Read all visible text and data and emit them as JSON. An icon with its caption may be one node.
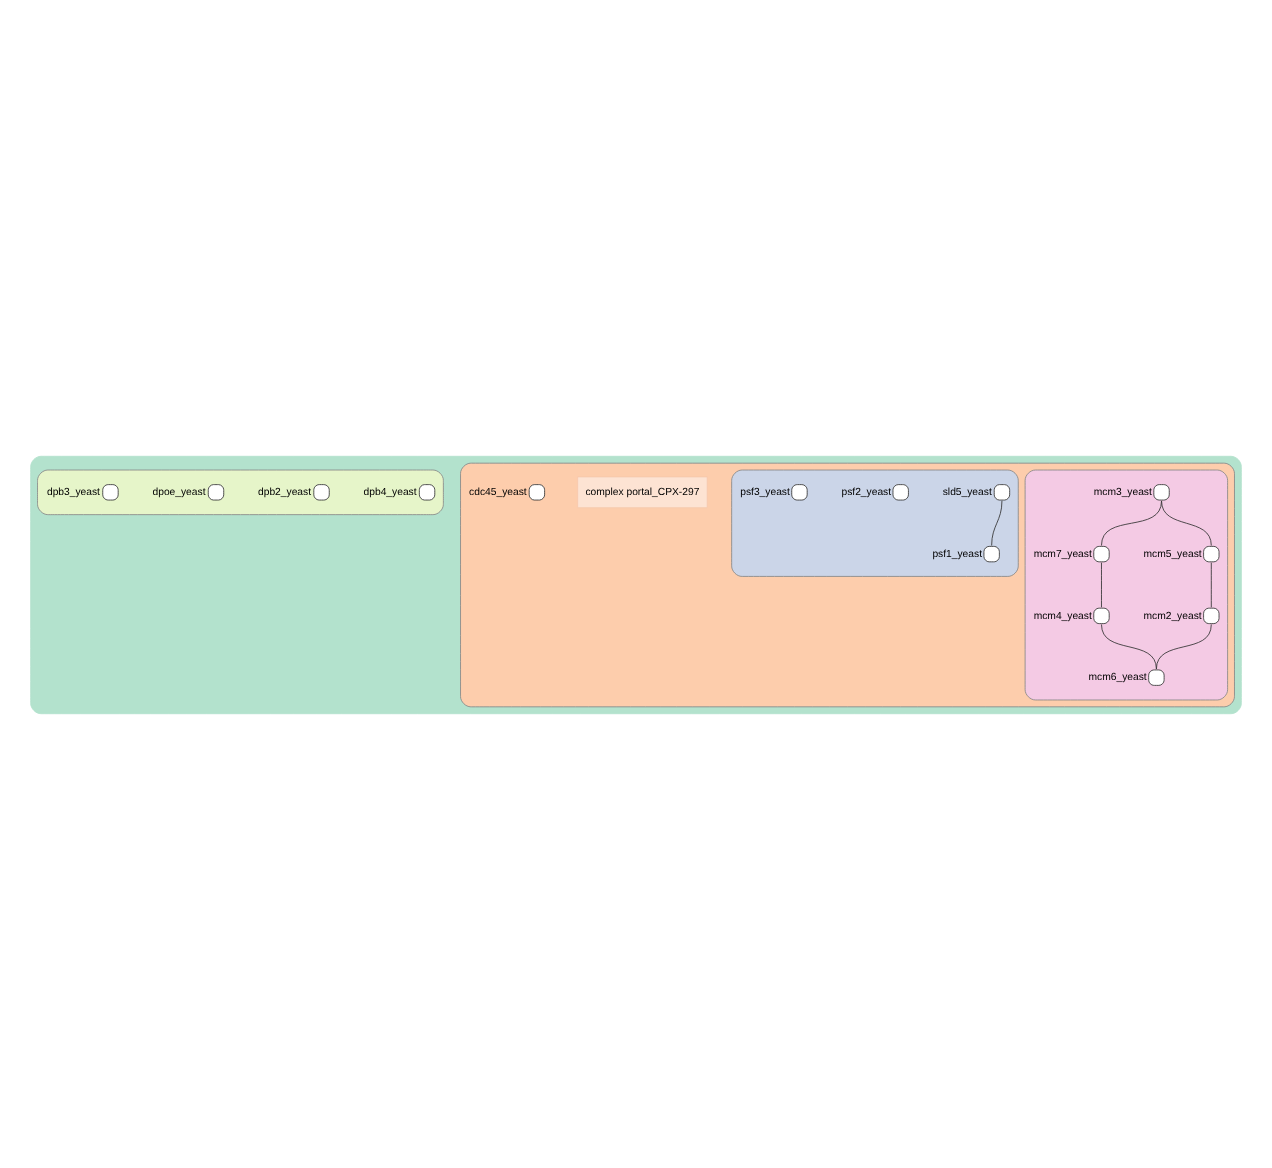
{
  "diagram": {
    "nodes": [
      {
        "text": [],
        "shape": "box"
      },
      {
        "text": [],
        "shape": "box",
        "in": 0
      },
      {
        "text": [],
        "shape": "box",
        "in": 1
      },
      {
        "text": [
          "mcm3_yeast"
        ],
        "in": 2
      },
      {
        "text": [
          "mcm7_yeast"
        ],
        "in": 2
      },
      {
        "text": [
          "mcm5_yeast"
        ],
        "in": 2
      },
      {
        "text": [
          "mcm4_yeast"
        ],
        "in": 2
      },
      {
        "text": [
          "mcm2_yeast"
        ],
        "in": 2
      },
      {
        "text": [
          "mcm6_yeast"
        ],
        "in": 2
      },
      {
        "text": [],
        "shape": "box",
        "in": 1
      },
      {
        "text": [
          "sld5_yeast"
        ],
        "in": 9
      },
      {
        "text": [
          "psf2_yeast"
        ],
        "in": 9
      },
      {
        "text": [
          "psf1_yeast"
        ],
        "in": 9
      },
      {
        "text": [
          "psf3_yeast"
        ],
        "in": 9
      },
      {
        "text": [
          "complex portal_CPX-297"
        ],
        "in": 1
      },
      {
        "text": [
          "cdc45_yeast"
        ],
        "in": 1
      },
      {
        "text": [],
        "shape": "box",
        "in": 0
      },
      {
        "text": [
          "dpb4_yeast"
        ],
        "in": 16
      },
      {
        "text": [
          "dpb2_yeast"
        ],
        "in": 16
      },
      {
        "text": [
          "dpoe_yeast"
        ],
        "in": 16
      },
      {
        "text": [
          "dpb3_yeast"
        ],
        "in": 16
      }
    ],
    "edges": [
      {
        "from": 3,
        "to": 5,
        "arrow": "none"
      },
      {
        "from": 5,
        "to": 7,
        "arrow": "none"
      },
      {
        "from": 7,
        "to": 8,
        "arrow": "none"
      },
      {
        "from": 8,
        "to": 6,
        "arrow": "none"
      },
      {
        "from": 6,
        "to": 4,
        "arrow": "none"
      },
      {
        "from": 4,
        "to": 3,
        "arrow": "none"
      },
      {
        "from": 10,
        "to": 12,
        "arrow": "none"
      }
    ]
  }
}
